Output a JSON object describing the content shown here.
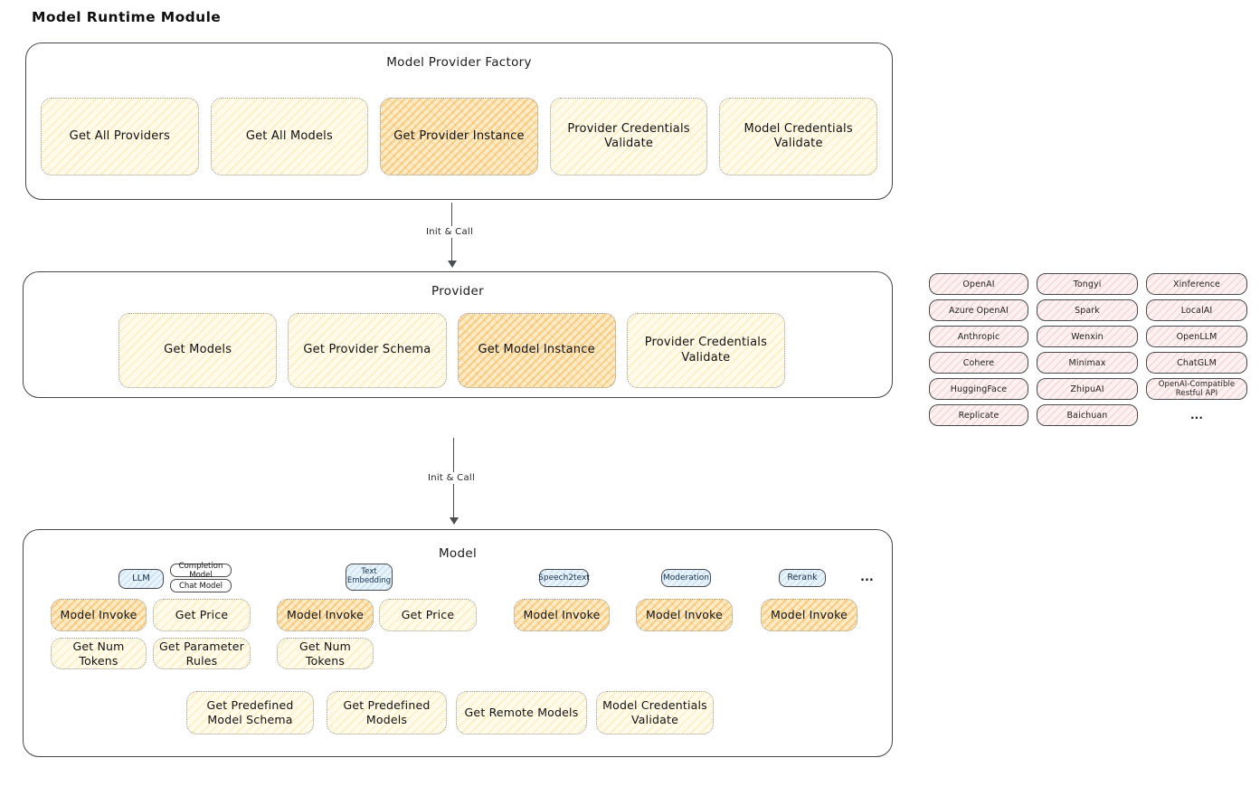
{
  "title": "Model Runtime Module",
  "arrow1_label": "Init & Call",
  "arrow2_label": "Init & Call",
  "colors": {
    "highlight_orange": "#f4a232",
    "soft_yellow": "#fffbea",
    "provider_pink": "#fdf1f1",
    "tab_blue": "#e9f3fc",
    "stroke_dark": "#43464b",
    "stroke_dotted": "#989898"
  },
  "factory": {
    "title": "Model Provider Factory",
    "buttons": [
      {
        "label": "Get All Providers",
        "highlight": false
      },
      {
        "label": "Get All Models",
        "highlight": false
      },
      {
        "label": "Get Provider Instance",
        "highlight": true
      },
      {
        "label": "Provider Credentials Validate",
        "highlight": false
      },
      {
        "label": "Model Credentials Validate",
        "highlight": false
      }
    ]
  },
  "provider": {
    "title": "Provider",
    "buttons": [
      {
        "label": "Get Models",
        "highlight": false
      },
      {
        "label": "Get Provider Schema",
        "highlight": false
      },
      {
        "label": "Get Model Instance",
        "highlight": true
      },
      {
        "label": "Provider Credentials Validate",
        "highlight": false
      }
    ]
  },
  "providers": [
    "OpenAI",
    "Tongyi",
    "Xinference",
    "Azure OpenAI",
    "Spark",
    "LocalAI",
    "Anthropic",
    "Wenxin",
    "OpenLLM",
    "Cohere",
    "Minimax",
    "ChatGLM",
    "HuggingFace",
    "ZhipuAI",
    "OpenAI-Compatible Restful API",
    "Replicate",
    "Baichuan",
    "..."
  ],
  "model": {
    "title": "Model",
    "tabs": [
      {
        "label": "LLM"
      },
      {
        "label": "Completion Model"
      },
      {
        "label": "Chat Model"
      },
      {
        "label": "Text Embedding"
      },
      {
        "label": "Speech2text"
      },
      {
        "label": "Moderation"
      },
      {
        "label": "Rerank"
      },
      {
        "label": "..."
      }
    ],
    "llm_buttons": [
      {
        "label": "Model Invoke",
        "highlight": true
      },
      {
        "label": "Get Price",
        "highlight": false
      },
      {
        "label": "Get Num Tokens",
        "highlight": false
      },
      {
        "label": "Get Parameter Rules",
        "highlight": false
      }
    ],
    "text_embedding_buttons": [
      {
        "label": "Model Invoke",
        "highlight": true
      },
      {
        "label": "Get Price",
        "highlight": false
      },
      {
        "label": "Get Num Tokens",
        "highlight": false
      }
    ],
    "speech2text_buttons": [
      {
        "label": "Model Invoke",
        "highlight": true
      }
    ],
    "moderation_buttons": [
      {
        "label": "Model Invoke",
        "highlight": true
      }
    ],
    "rerank_buttons": [
      {
        "label": "Model Invoke",
        "highlight": true
      }
    ],
    "bottom_buttons": [
      {
        "label": "Get Predefined Model Schema"
      },
      {
        "label": "Get Predefined Models"
      },
      {
        "label": "Get Remote Models"
      },
      {
        "label": "Model Credentials Validate"
      }
    ]
  }
}
